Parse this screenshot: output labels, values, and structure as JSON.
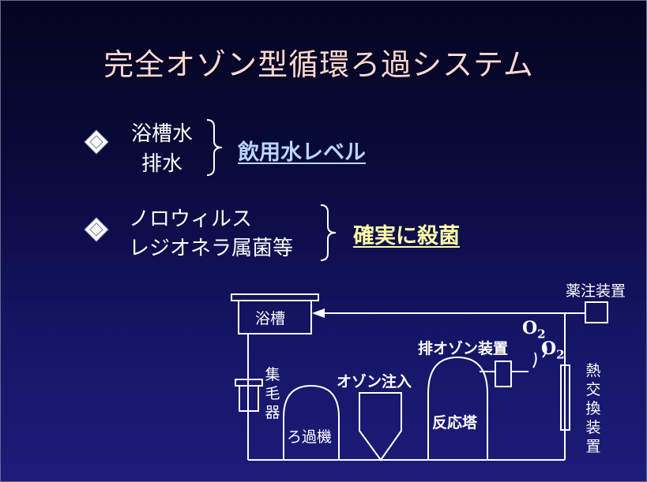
{
  "slide": {
    "title": "完全オゾン型循環ろ過システム",
    "colors": {
      "title": "#ffd7d7",
      "link1": "#b9d7ff",
      "link2": "#ffffa8",
      "line": "#ffffff"
    }
  },
  "bullets": [
    {
      "icon": "diamond-bullet-icon",
      "items": [
        "浴槽水",
        "排水"
      ],
      "result": "飲用水レベル"
    },
    {
      "icon": "diamond-bullet-icon",
      "items": [
        "ノロウィルス",
        "レジオネラ属菌等"
      ],
      "result": "確実に殺菌"
    }
  ],
  "diagram": {
    "bath": "浴槽",
    "collector": "集毛器",
    "filter": "ろ過機",
    "ozone_injection": "オゾン注入",
    "reaction_tower": "反応塔",
    "exhaust_ozone": "排オゾン装置",
    "o2_label_1": "O",
    "o2_sub_1": "2",
    "o2_label_2": "O",
    "o2_sub_2": "2",
    "chemical_injector": "薬注装置",
    "heat_exchanger": "熱交換装置"
  }
}
